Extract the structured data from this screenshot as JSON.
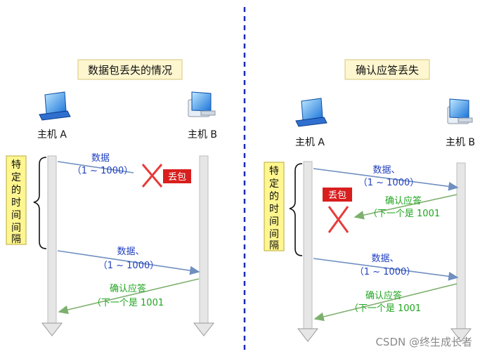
{
  "left_panel": {
    "title": "数据包丢失的情况",
    "host_a": "主机 A",
    "host_b": "主机 B",
    "time_label_chars": [
      "特",
      "定",
      "的",
      "时",
      "间",
      "间",
      "隔"
    ],
    "msg1_label": "数据",
    "msg1_range": "（1 ~ 1000）",
    "lost_badge": "丢包",
    "msg2_label": "数据、",
    "msg2_range": "（1 ~ 1000）",
    "ack_label": "确认应答",
    "ack_detail": "（下一个是 1001"
  },
  "right_panel": {
    "title": "确认应答丢失",
    "host_a": "主机 A",
    "host_b": "主机 B",
    "time_label_chars": [
      "特",
      "定",
      "的",
      "时",
      "间",
      "间",
      "隔"
    ],
    "msg1_label": "数据、",
    "msg1_range": "（1 ~ 1000）",
    "lost_badge": "丢包",
    "ack1_label": "确认应答",
    "ack1_detail": "（下一个是 1001",
    "msg2_label": "数据、",
    "msg2_range": "（1 ~ 1000）",
    "ack2_label": "确认应答",
    "ack2_detail": "（下一个是 1001"
  },
  "watermark": "CSDN @终生成长者",
  "colors": {
    "title_bg": "#fdf6cf",
    "title_border": "#d8c77a",
    "time_label_bg": "#fff68f",
    "data_text": "#1f3fbf",
    "data_arrow": "#6f8fc0",
    "ack_text": "#1fa51f",
    "ack_arrow": "#7db06d",
    "lost_badge_bg": "#d81e1e",
    "cross": "#e83b3b",
    "timeline": "#cfcfcf",
    "divider": "#1a2bb8"
  }
}
